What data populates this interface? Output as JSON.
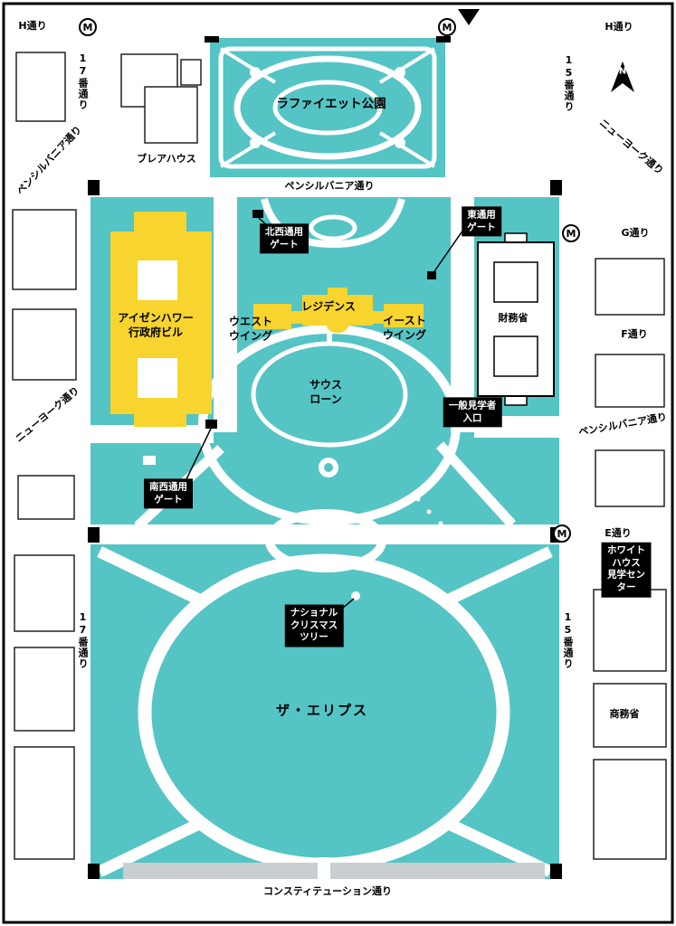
{
  "colors": {
    "park_teal": "#55c4c5",
    "building_yellow": "#f7d42e",
    "label_black": "#000000",
    "gray_strip": "#c9ced1"
  },
  "icons": {
    "metro": "M",
    "north": "N"
  },
  "streets": {
    "h_left": "H通り",
    "h_right": "H通り",
    "st17_top": "17番通り",
    "st17_bottom": "17番通り",
    "st15_top": "15番通り",
    "st15_bottom": "15番通り",
    "pennsylvania_nw": "ペンシルバニア通り",
    "pennsylvania_main": "ペンシルバニア通り",
    "pennsylvania_se": "ペンシルバニア通り",
    "new_york_west": "ニューヨーク通り",
    "new_york_east": "ニューヨーク通り",
    "g": "G通り",
    "f": "F通り",
    "e": "E通り",
    "constitution": "コンスティテューション通り"
  },
  "places": {
    "lafayette_park": "ラファイエット公園",
    "blair_house": "ブレアハウス",
    "eisenhower": "アイゼンハワー\n行政府ビル",
    "west_wing": "ウエスト\nウイング",
    "residence": "レジデンス",
    "east_wing": "イースト\nウイング",
    "treasury": "財務省",
    "south_lawn": "サウス\nローン",
    "ellipse": "ザ・エリプス",
    "commerce": "商務省"
  },
  "callouts": {
    "nw_gate": "北西通用\nゲート",
    "east_gate": "東通用\nゲート",
    "sw_gate": "南西通用\nゲート",
    "visitor_entrance": "一般見学者\n入口",
    "visitor_center": "ホワイトハウス\n見学センター",
    "christmas_tree": "ナショナル\nクリスマス\nツリー"
  }
}
